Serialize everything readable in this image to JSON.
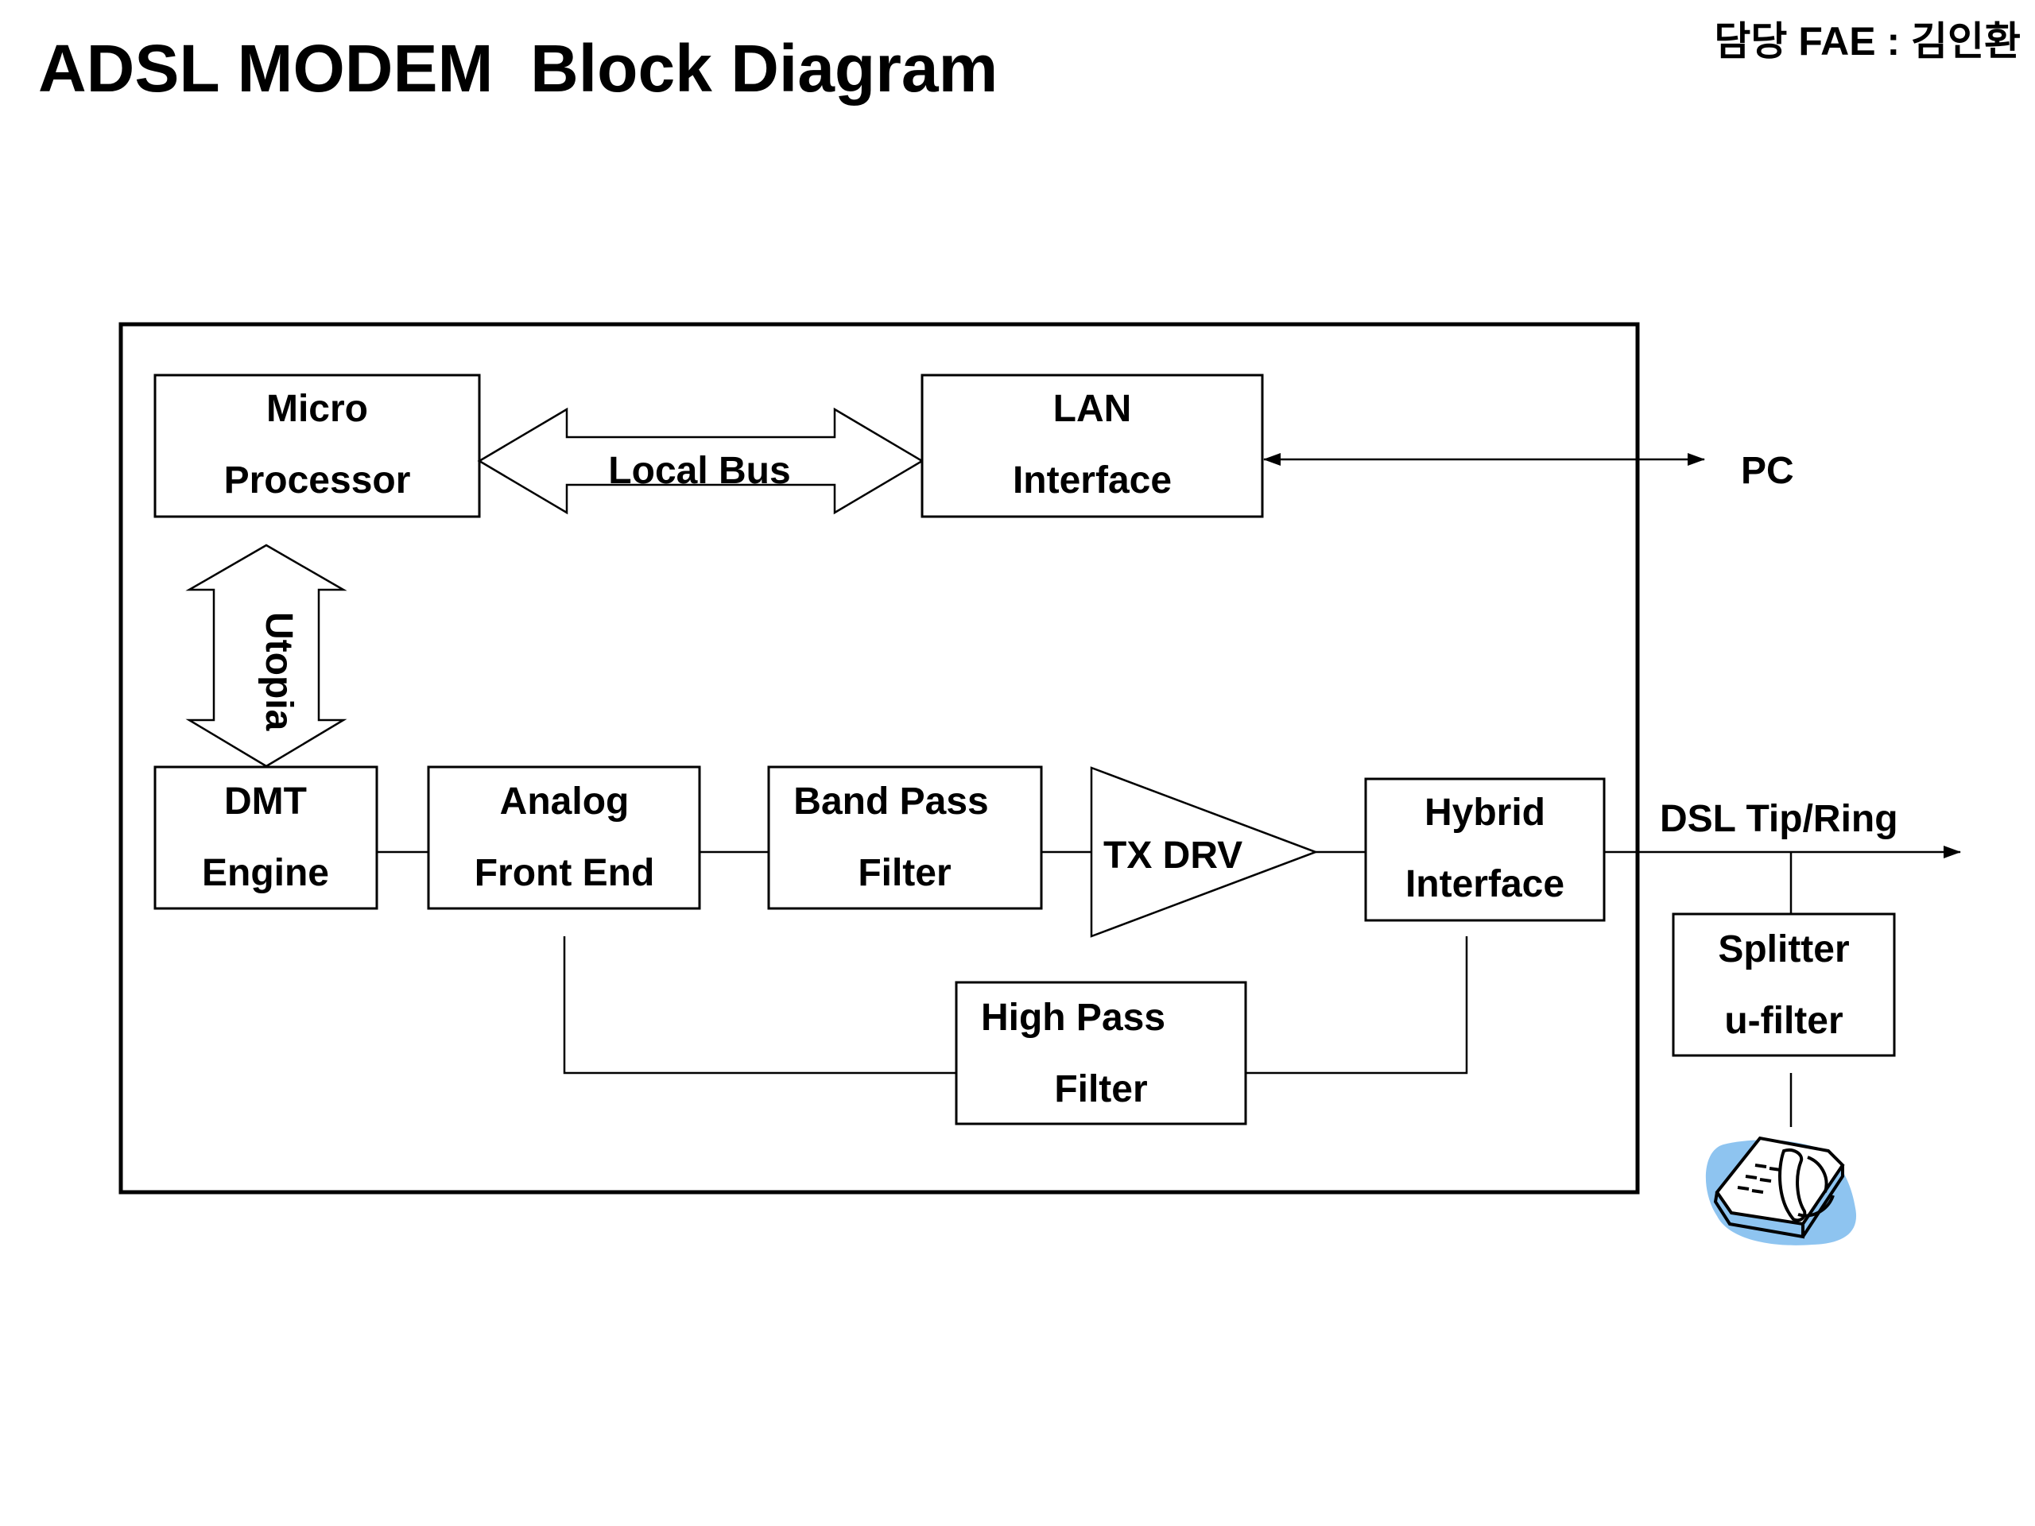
{
  "title": "ADSL MODEM  Block Diagram",
  "credit": "담당 FAE : 김인환",
  "blocks": {
    "micro_processor": [
      "Micro",
      "Processor"
    ],
    "lan_interface": [
      "LAN",
      "Interface"
    ],
    "dmt_engine": [
      "DMT",
      "Engine"
    ],
    "analog_front_end": [
      "Analog",
      "Front End"
    ],
    "band_pass_filter": [
      "Band Pass",
      "Filter"
    ],
    "tx_drv": "TX DRV",
    "hybrid_interface": [
      "Hybrid",
      "Interface"
    ],
    "high_pass_filter": [
      "High Pass",
      "Filter"
    ],
    "splitter": [
      "Splitter",
      "u-filter"
    ]
  },
  "labels": {
    "local_bus": "Local Bus",
    "utopia": "Utopia",
    "pc": "PC",
    "dsl": "DSL  Tip/Ring"
  },
  "icons": {
    "telephone": "telephone-icon"
  },
  "colors": {
    "line": "#000000",
    "phone_blob": "#8ec4f0"
  }
}
